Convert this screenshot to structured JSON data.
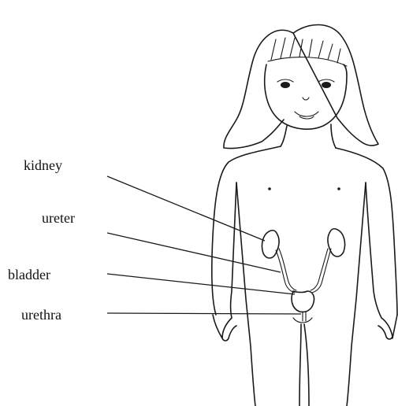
{
  "labels": {
    "kidney": "kidney",
    "ureter": "ureter",
    "bladder": "bladder",
    "urethra": "urethra"
  }
}
